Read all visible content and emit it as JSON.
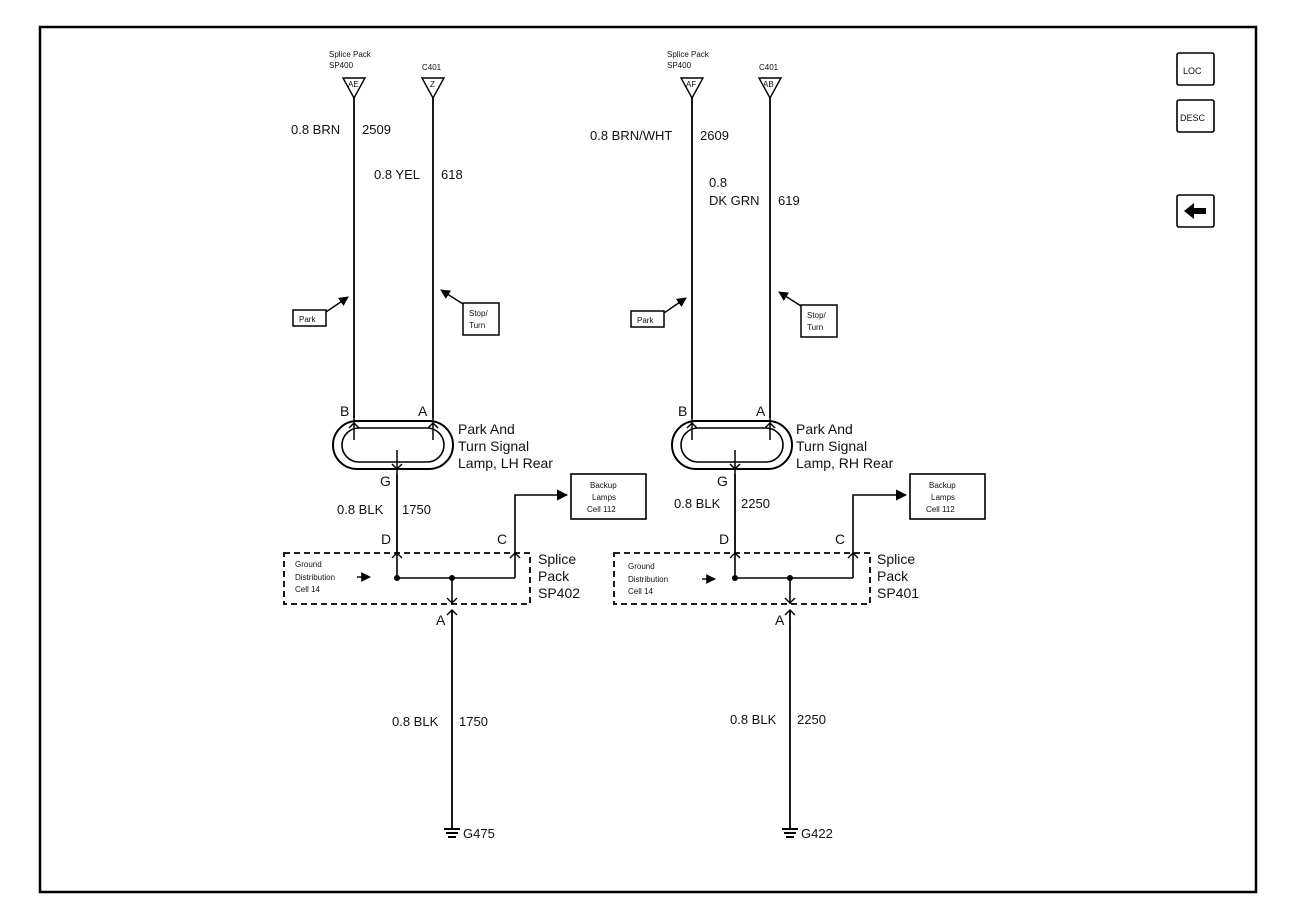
{
  "nav": {
    "loc_label": "LOC",
    "desc_label": "DESC",
    "back_icon": "left-arrow-icon"
  },
  "left": {
    "sp_header_line1": "Splice Pack",
    "sp_header_line2": "SP400",
    "sp_pin": "AE",
    "conn_header": "C401",
    "conn_pin": "Z",
    "wire_park_label": "0.8 BRN",
    "wire_park_circuit": "2509",
    "wire_stop_label": "0.8 YEL",
    "wire_stop_circuit": "618",
    "park_ref": "Park",
    "stop_ref_line1": "Stop/",
    "stop_ref_line2": "Turn",
    "lamp_pin_b": "B",
    "lamp_pin_a": "A",
    "lamp_pin_g": "G",
    "lamp_name_line1": "Park And",
    "lamp_name_line2": "Turn Signal",
    "lamp_name_line3": "Lamp, LH Rear",
    "wire_gnd_label": "0.8 BLK",
    "wire_gnd_circuit": "1750",
    "backup_line1": "Backup",
    "backup_line2": "Lamps",
    "backup_line3": "Cell 112",
    "splice_pin_d": "D",
    "splice_pin_c": "C",
    "splice_pin_a": "A",
    "ground_dist_line1": "Ground",
    "ground_dist_line2": "Distribution",
    "ground_dist_line3": "Cell 14",
    "splice_name_line1": "Splice",
    "splice_name_line2": "Pack",
    "splice_name_line3": "SP402",
    "wire_bottom_label": "0.8 BLK",
    "wire_bottom_circuit": "1750",
    "ground_label": "G475"
  },
  "right": {
    "sp_header_line1": "Splice Pack",
    "sp_header_line2": "SP400",
    "sp_pin": "AF",
    "conn_header": "C401",
    "conn_pin": "AB",
    "wire_park_label": "0.8 BRN/WHT",
    "wire_park_circuit": "2609",
    "wire_stop_label_line1": "0.8",
    "wire_stop_label_line2": "DK GRN",
    "wire_stop_circuit": "619",
    "park_ref": "Park",
    "stop_ref_line1": "Stop/",
    "stop_ref_line2": "Turn",
    "lamp_pin_b": "B",
    "lamp_pin_a": "A",
    "lamp_pin_g": "G",
    "lamp_name_line1": "Park And",
    "lamp_name_line2": "Turn Signal",
    "lamp_name_line3": "Lamp, RH Rear",
    "wire_gnd_label": "0.8 BLK",
    "wire_gnd_circuit": "2250",
    "backup_line1": "Backup",
    "backup_line2": "Lamps",
    "backup_line3": "Cell 112",
    "splice_pin_d": "D",
    "splice_pin_c": "C",
    "splice_pin_a": "A",
    "ground_dist_line1": "Ground",
    "ground_dist_line2": "Distribution",
    "ground_dist_line3": "Cell 14",
    "splice_name_line1": "Splice",
    "splice_name_line2": "Pack",
    "splice_name_line3": "SP401",
    "wire_bottom_label": "0.8 BLK",
    "wire_bottom_circuit": "2250",
    "ground_label": "G422"
  }
}
